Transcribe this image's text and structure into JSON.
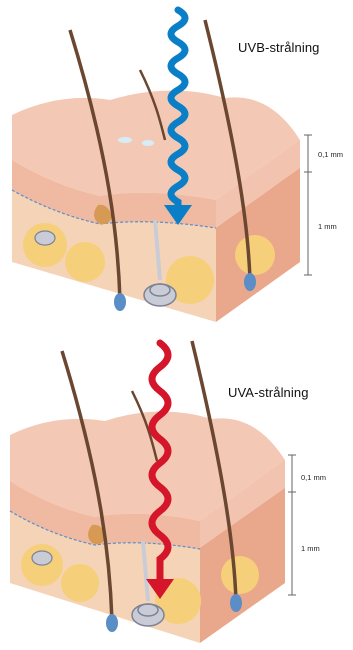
{
  "panels": [
    {
      "id": "uvb",
      "title": "UVB-strålning",
      "arrow_color": "#0a7fc7",
      "scale_epidermis": "0,1 mm",
      "scale_dermis": "1 mm"
    },
    {
      "id": "uva",
      "title": "UVA-strålning",
      "arrow_color": "#d4152a",
      "scale_epidermis": "0,1 mm",
      "scale_dermis": "1 mm"
    }
  ]
}
